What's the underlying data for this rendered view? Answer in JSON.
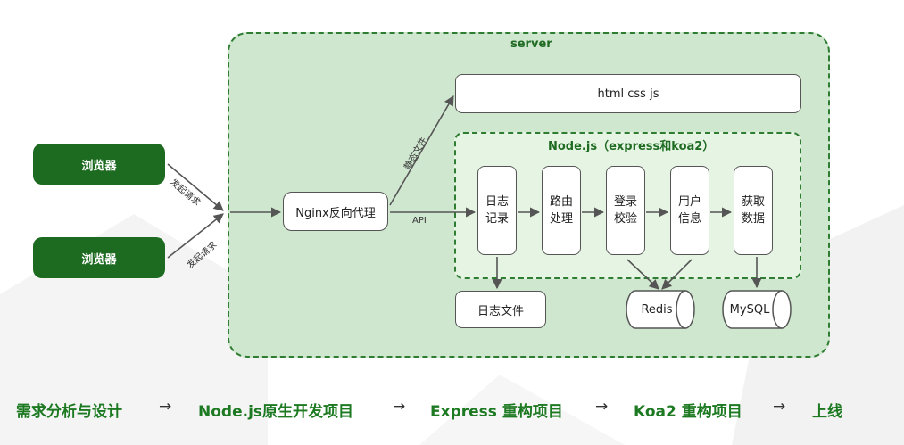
{
  "server_label": "server",
  "browsers": [
    "浏览器",
    "浏览器"
  ],
  "edge_labels": {
    "request_1": "发起请求",
    "request_2": "发起请求",
    "static": "静态文件",
    "api": "API"
  },
  "nginx": "Nginx反向代理",
  "static_box": "html css js",
  "nodejs_label": "Node.js（express和koa2）",
  "modules": [
    "日志\n记录",
    "路由\n处理",
    "登录\n校验",
    "用户\n信息",
    "获取\n数据"
  ],
  "log_file": "日志文件",
  "redis": "Redis",
  "mysql": "MySQL",
  "flow_steps": [
    "需求分析与设计",
    "Node.js原生开发项目",
    "Express 重构项目",
    "Koa2 重构项目",
    "上线"
  ],
  "flow_arrow": "→",
  "colors": {
    "dark_green": "#1d6b20",
    "server_fill": "#cfe6cf",
    "node_fill": "#e6f5e3",
    "flow_text": "#1d7a22"
  }
}
